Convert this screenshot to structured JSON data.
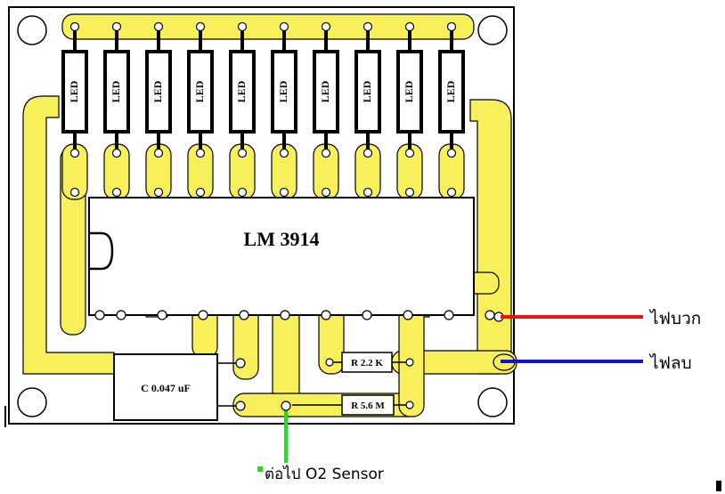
{
  "board": {
    "ic_label": "LM 3914",
    "capacitor_label": "C 0.047 uF",
    "resistor_top_label": "R 2.2 K",
    "resistor_bottom_label": "R 5.6 M",
    "led_label": "LED",
    "led_count": 10
  },
  "wires": {
    "positive_label": "ไฟบวก",
    "negative_label": "ไฟลบ",
    "sensor_label": "ต่อไป O2 Sensor"
  },
  "colors": {
    "copper": "#f7f05a",
    "positive_wire": "#ee1111",
    "negative_wire": "#1111dd",
    "sensor_wire": "#22dd22",
    "outline": "#000000"
  }
}
